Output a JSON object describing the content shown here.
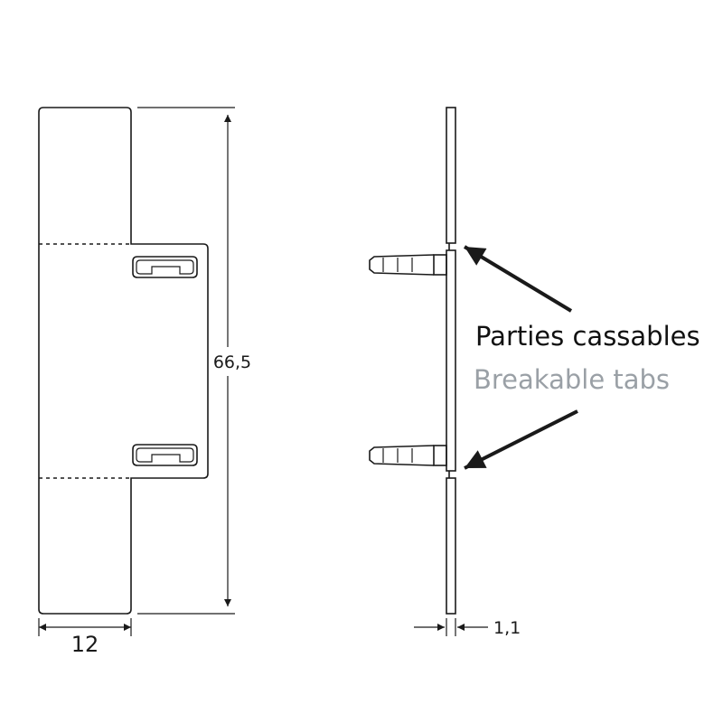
{
  "dimensions": {
    "height": "66,5",
    "width": "12",
    "thickness": "1,1"
  },
  "labels": {
    "french": "Parties cassables",
    "english": "Breakable tabs"
  },
  "colors": {
    "line": "#1a1a1a",
    "french_text": "#111111",
    "english_text": "#9aa0a6"
  }
}
